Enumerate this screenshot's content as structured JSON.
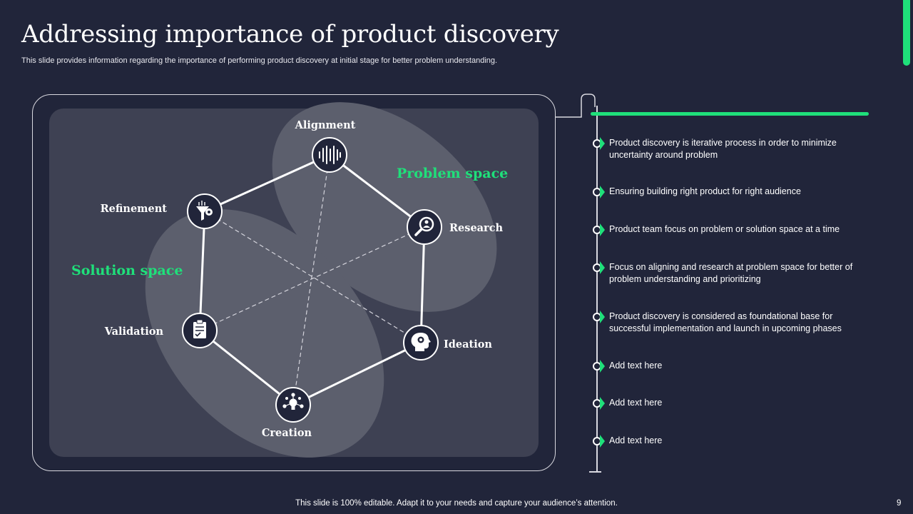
{
  "header": {
    "title": "Addressing importance of product discovery",
    "subtitle": "This slide provides information regarding the importance of performing product discovery at initial stage for better problem understanding."
  },
  "diagram": {
    "nodes": {
      "alignment": {
        "label": "Alignment",
        "icon": "sound-wave-icon"
      },
      "research": {
        "label": "Research",
        "icon": "magnifier-user-icon"
      },
      "ideation": {
        "label": "Ideation",
        "icon": "head-gear-icon"
      },
      "creation": {
        "label": "Creation",
        "icon": "lightbulb-network-icon"
      },
      "validation": {
        "label": "Validation",
        "icon": "clipboard-check-icon"
      },
      "refinement": {
        "label": "Refinement",
        "icon": "funnel-gear-icon"
      }
    },
    "spaces": {
      "problem": "Problem space",
      "solution": "Solution space"
    }
  },
  "timeline": {
    "items": [
      "Product discovery  is iterative  process in order to minimize uncertainty around  problem",
      "Ensuring building right product for right audience",
      "Product team focus on problem  or solution space at a time",
      "Focus on aligning and research at problem  space for better of problem  understanding  and prioritizing",
      "Product discovery  is considered  as foundational base for successful implementation and launch in upcoming phases",
      "Add text here",
      "Add text here",
      "Add text here"
    ]
  },
  "footer": {
    "note": "This slide is 100% editable. Adapt it to your needs and capture your audience’s attention.",
    "page_number": "9"
  },
  "colors": {
    "background": "#21253a",
    "panel": "#3e4153",
    "ellipse": "#5c5f6d",
    "accent": "#1fe07a",
    "node_fill": "#21253a"
  }
}
